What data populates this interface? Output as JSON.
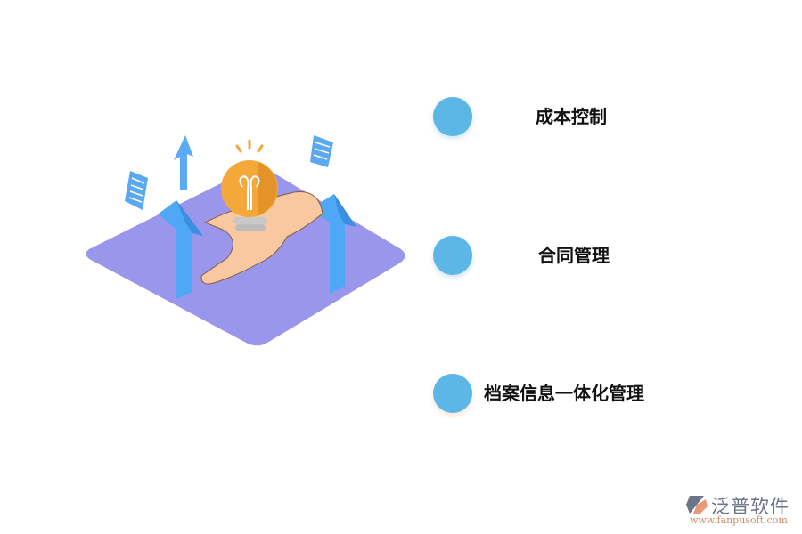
{
  "items": [
    {
      "label": "成本控制"
    },
    {
      "label": "合同管理"
    },
    {
      "label": "档案信息一体化管理"
    }
  ],
  "logo": {
    "name": "泛普软件",
    "url": "www.fanpusoft.com"
  },
  "colors": {
    "dot": "#5cb6e6",
    "platform": "#9a96ec",
    "arrow": "#4fa8f5",
    "bulb": "#f5a83a"
  }
}
